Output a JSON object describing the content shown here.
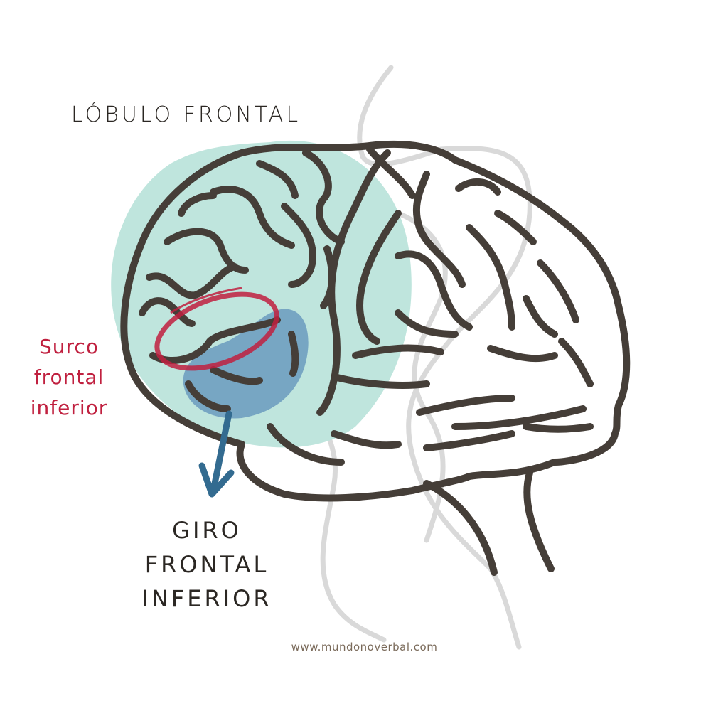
{
  "labels": {
    "title": "LÓBULO FRONTAL",
    "sulcus_line1": "Surco",
    "sulcus_line2": "frontal",
    "sulcus_line3": "inferior",
    "gyrus_line1": "GIRO",
    "gyrus_line2": "FRONTAL",
    "gyrus_line3": "INFERIOR",
    "website": "www.mundonoverbal.com"
  },
  "colors": {
    "outline": "#453e38",
    "frontal_lobe_fill": "#bfe5dd",
    "gyrus_fill": "#6f9ec0",
    "sulcus_ring": "#c0203f",
    "arrow": "#336b90",
    "ghost_lines": "#d9d9d9",
    "label_dark": "#2b2723",
    "label_red": "#c0203f",
    "website_text": "#7a6a5a"
  }
}
